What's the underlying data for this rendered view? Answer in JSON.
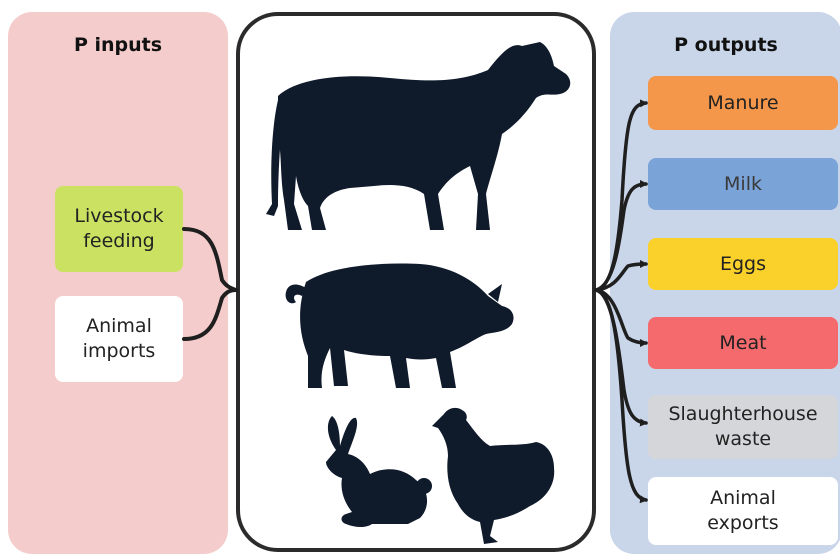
{
  "inputs": {
    "title": "P inputs",
    "items": [
      "Livestock\nfeeding",
      "Animal\nimports"
    ]
  },
  "outputs": {
    "title": "P outputs",
    "items": [
      "Manure",
      "Milk",
      "Eggs",
      "Meat",
      "Slaughterhouse\nwaste",
      "Animal\nexports"
    ]
  },
  "animals": [
    "cow-silhouette-icon",
    "pig-silhouette-icon",
    "rabbit-silhouette-icon",
    "hen-silhouette-icon"
  ],
  "colors": {
    "inputs_panel": "#f4cccc",
    "outputs_panel": "#c9d5e8",
    "livestock_feeding": "#cbe162",
    "animal_imports": "#ffffff",
    "manure": "#f5974b",
    "milk": "#7aa3d8",
    "eggs": "#fad12a",
    "meat": "#f46a6d",
    "slaughterhouse_waste": "#d4d6d9",
    "animal_exports": "#ffffff",
    "silhouette": "#0f1a2b",
    "arrows": "#1f1f1f"
  }
}
